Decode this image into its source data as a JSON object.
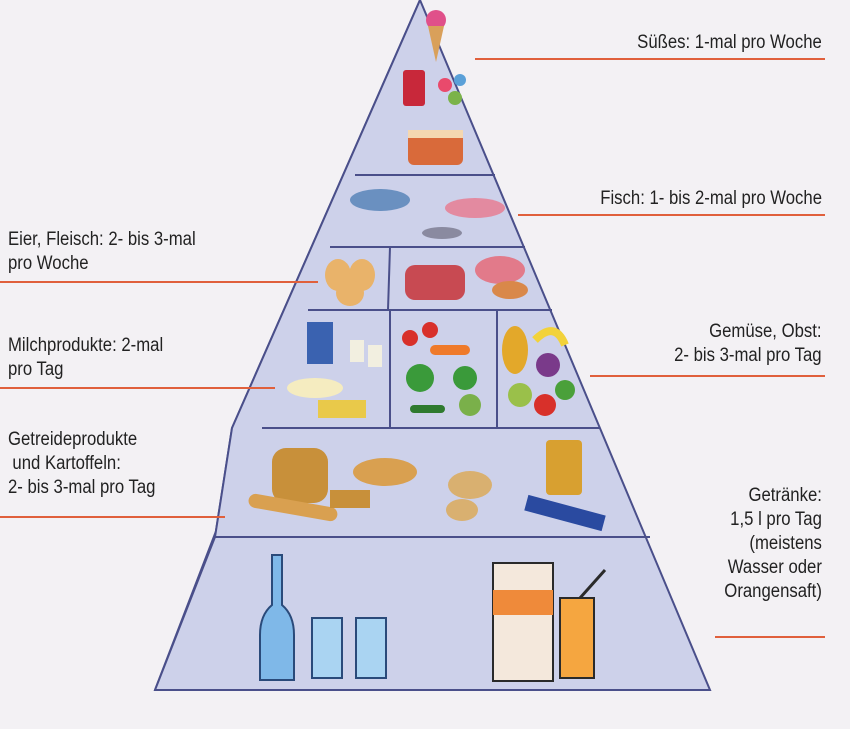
{
  "title": "Ernährungspyramide",
  "levels": [
    {
      "id": "sweets",
      "label": "Süßes: 1-mal pro Woche",
      "side": "right"
    },
    {
      "id": "fish",
      "label": "Fisch: 1- bis 2-mal pro Woche",
      "side": "right"
    },
    {
      "id": "eggs-meat",
      "label_line1": "Eier, Fleisch: 2- bis 3-mal",
      "label_line2": "pro Woche",
      "side": "left"
    },
    {
      "id": "dairy",
      "label_line1": "Milchprodukte: 2-mal",
      "label_line2": "pro Tag",
      "side": "left"
    },
    {
      "id": "veg-fruit",
      "label_line1": "Gemüse, Obst:",
      "label_line2": "2- bis 3-mal pro Tag",
      "side": "right"
    },
    {
      "id": "grains",
      "label_line1": "Getreideprodukte",
      "label_line2": "und Kartoffeln:",
      "label_line3": "2- bis 3-mal pro Tag",
      "side": "left"
    },
    {
      "id": "drinks",
      "label_line1": "Getränke:",
      "label_line2": "1,5 l pro Tag",
      "label_line3": "(meistens",
      "label_line4": "Wasser oder",
      "label_line5": "Orangensaft)",
      "side": "right"
    }
  ],
  "colors": {
    "pyramid_face": "#c9cde6",
    "pyramid_side": "#b3b8d8",
    "edge": "#4a4f8a",
    "label_line": "#e0603c"
  }
}
